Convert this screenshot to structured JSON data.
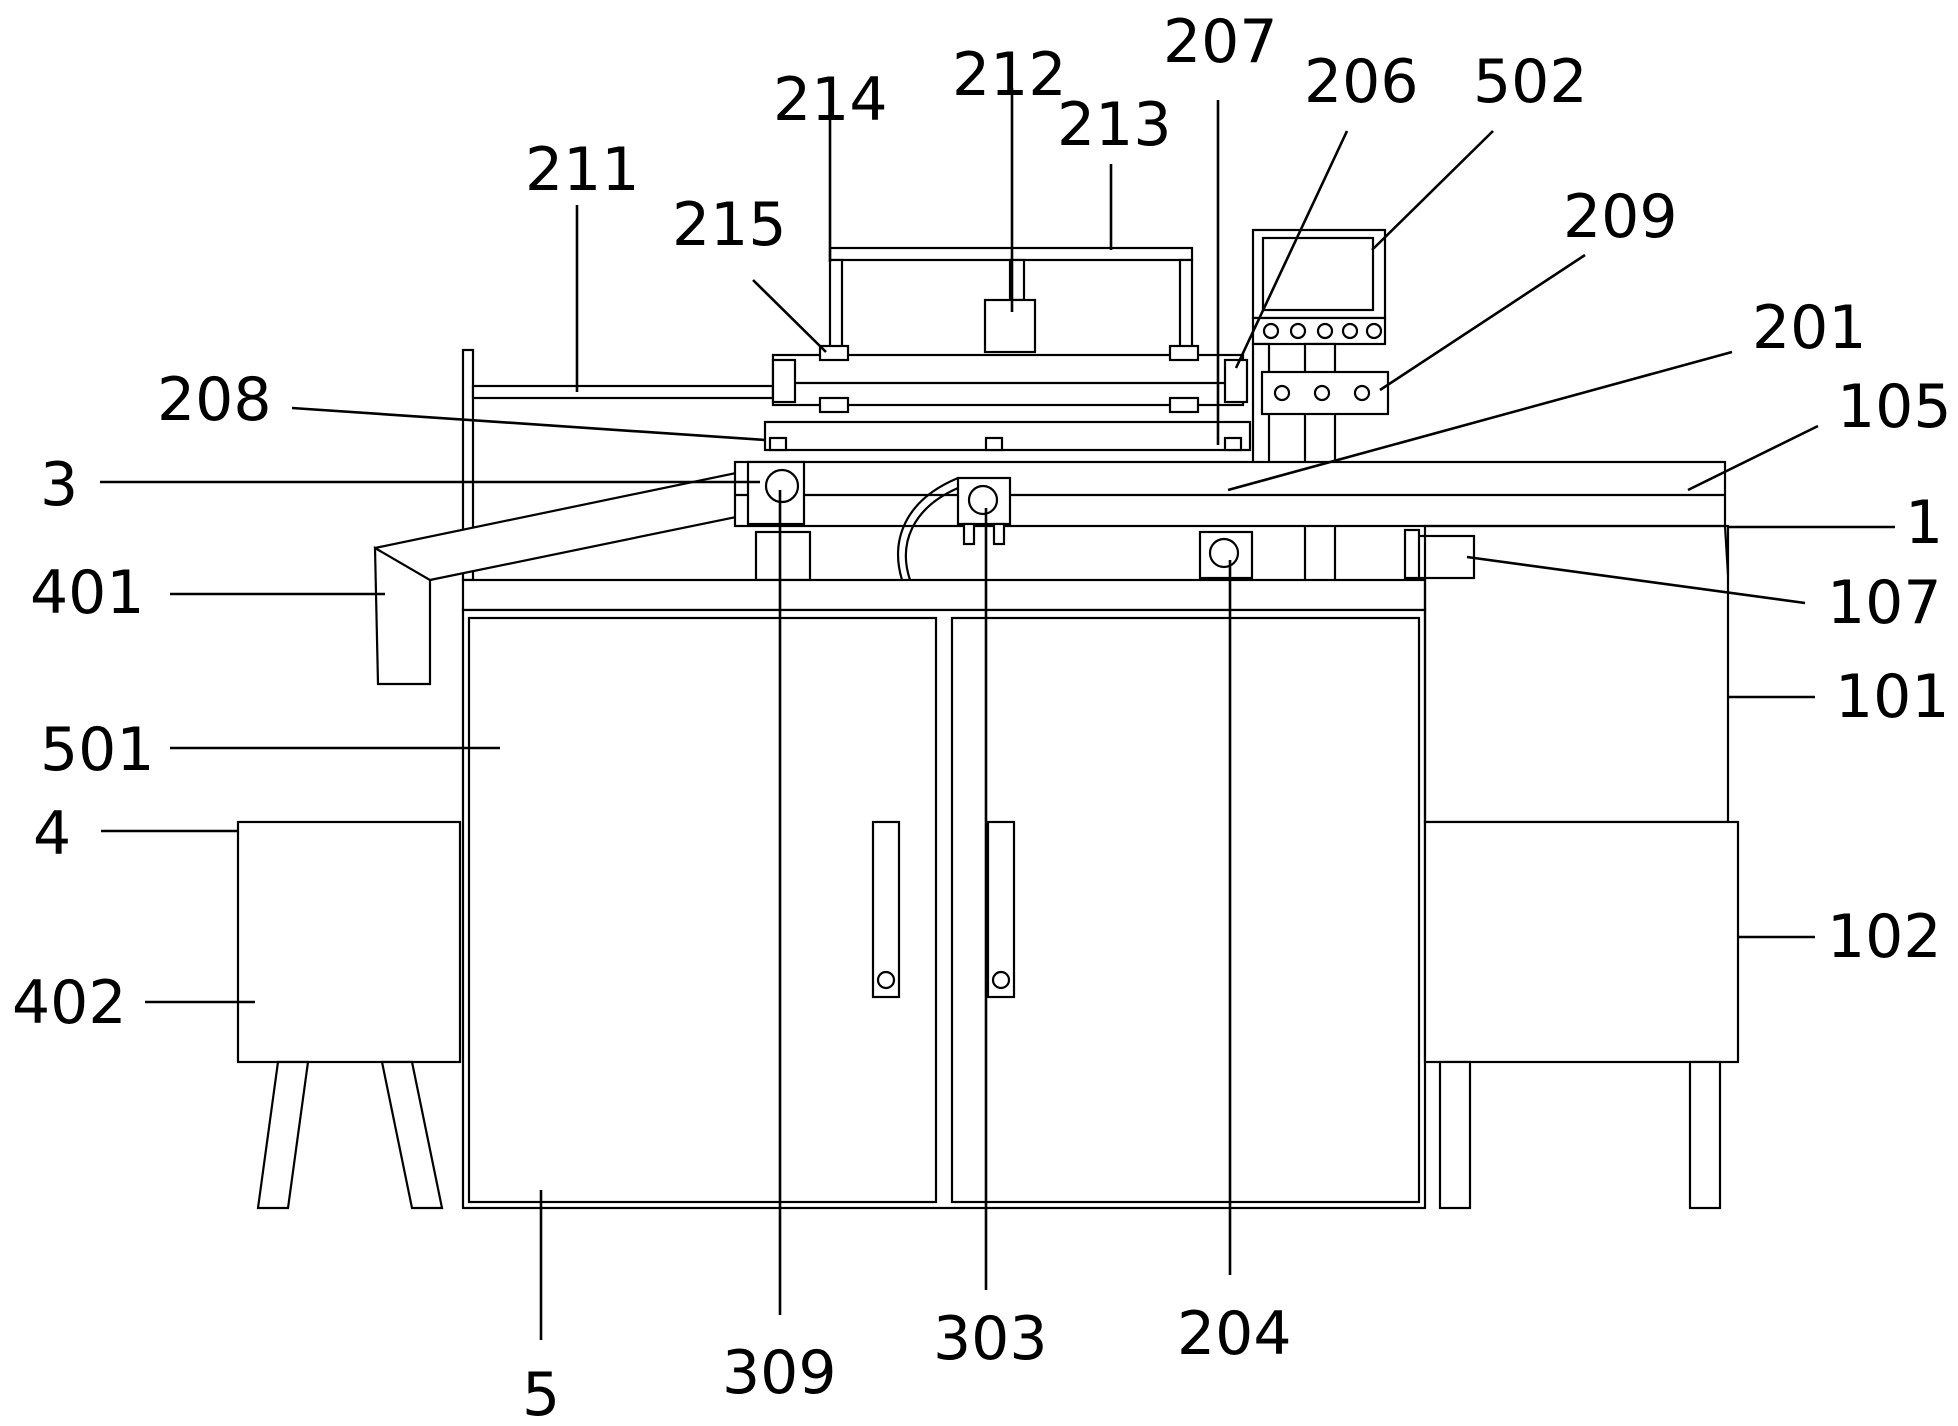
{
  "labels": [
    {
      "id": "207",
      "text": "207"
    },
    {
      "id": "212",
      "text": "212"
    },
    {
      "id": "214",
      "text": "214"
    },
    {
      "id": "206",
      "text": "206"
    },
    {
      "id": "502",
      "text": "502"
    },
    {
      "id": "213",
      "text": "213"
    },
    {
      "id": "211",
      "text": "211"
    },
    {
      "id": "215",
      "text": "215"
    },
    {
      "id": "209",
      "text": "209"
    },
    {
      "id": "201",
      "text": "201"
    },
    {
      "id": "105",
      "text": "105"
    },
    {
      "id": "208",
      "text": "208"
    },
    {
      "id": "3",
      "text": "3"
    },
    {
      "id": "1",
      "text": "1"
    },
    {
      "id": "401",
      "text": "401"
    },
    {
      "id": "107",
      "text": "107"
    },
    {
      "id": "101",
      "text": "101"
    },
    {
      "id": "501",
      "text": "501"
    },
    {
      "id": "4",
      "text": "4"
    },
    {
      "id": "102",
      "text": "102"
    },
    {
      "id": "402",
      "text": "402"
    },
    {
      "id": "303",
      "text": "303"
    },
    {
      "id": "204",
      "text": "204"
    },
    {
      "id": "309",
      "text": "309"
    },
    {
      "id": "5",
      "text": "5"
    }
  ]
}
